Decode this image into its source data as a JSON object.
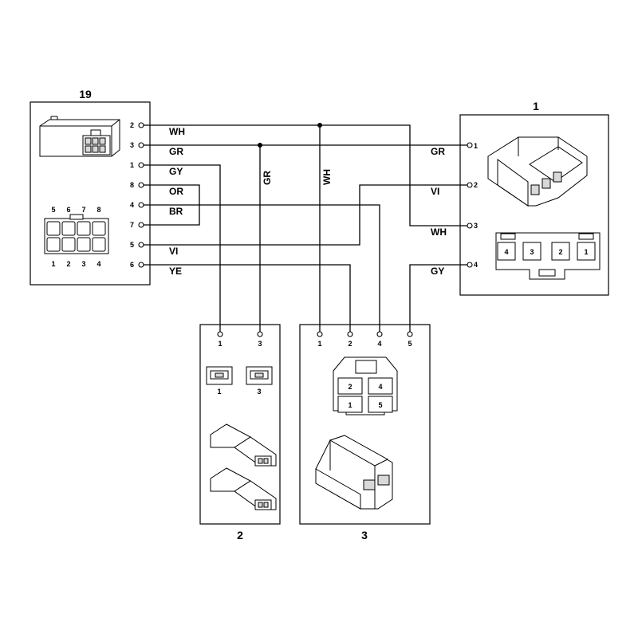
{
  "connectors": {
    "c19": {
      "label": "19",
      "pins": [
        "2",
        "3",
        "1",
        "8",
        "4",
        "7",
        "5",
        "6"
      ],
      "face_top": [
        "5",
        "6",
        "7",
        "8"
      ],
      "face_bottom": [
        "1",
        "2",
        "3",
        "4"
      ]
    },
    "c1": {
      "label": "1",
      "pins": [
        "1",
        "2",
        "3",
        "4"
      ],
      "face": [
        "4",
        "3",
        "2",
        "1"
      ]
    },
    "c2": {
      "label": "2",
      "pins": [
        "1",
        "3"
      ],
      "terminals": [
        "1",
        "3"
      ]
    },
    "c3": {
      "label": "3",
      "pins": [
        "1",
        "2",
        "4",
        "5"
      ],
      "face": [
        "2",
        "4",
        "1",
        "5"
      ]
    }
  },
  "wires": {
    "left": [
      "WH",
      "GR",
      "GY",
      "OR",
      "BR",
      "VI",
      "YE"
    ],
    "right": [
      "GR",
      "VI",
      "WH",
      "GY"
    ],
    "vertical": [
      "GR",
      "WH"
    ]
  }
}
